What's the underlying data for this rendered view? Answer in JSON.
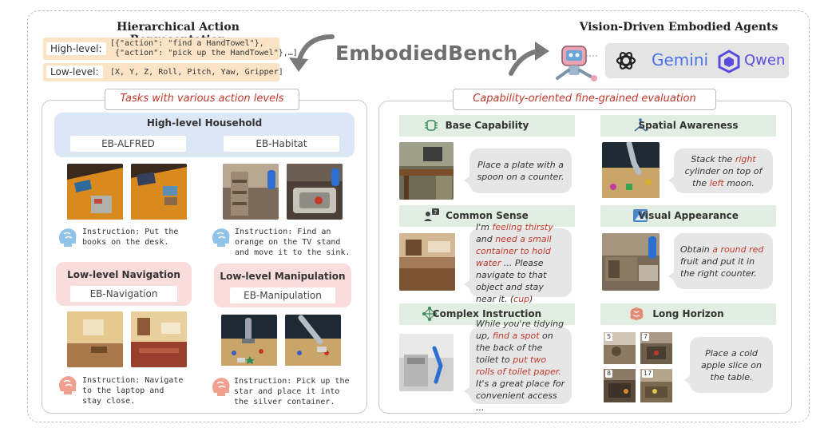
{
  "top_left": {
    "title": "Hierarchical Action Representation",
    "high_label": "High-level:",
    "high_code_1": "[{\"action\": \"find a HandTowel\"},",
    "high_code_2": " {\"action\": \"pick up the HandTowel\"},…]",
    "low_label": "Low-level:",
    "low_code": "[X, Y, Z, Roll, Pitch, Yaw, Gripper]"
  },
  "brand": "EmbodiedBench",
  "top_right": {
    "title": "Vision-Driven Embodied Agents",
    "logos": {
      "openai_icon": "openai-logo",
      "gemini": "Gemini",
      "qwen": "Qwen"
    }
  },
  "left_panel": {
    "title": "Tasks with various action levels",
    "high_level": {
      "title": "High-level Household",
      "env_1": "EB-ALFRED",
      "env_2": "EB-Habitat",
      "instr_1": "Instruction: Put the\nbooks on the desk.",
      "instr_2": "Instruction: Find an\norange on the TV stand\nand move it to the sink."
    },
    "nav": {
      "title": "Low-level Navigation",
      "env": "EB-Navigation",
      "instr": "Instruction: Navigate\nto the laptop and\nstay close."
    },
    "manip": {
      "title": "Low-level Manipulation",
      "env": "EB-Manipulation",
      "instr": "Instruction: Pick up the\nstar and place it into\nthe silver container."
    }
  },
  "right_panel": {
    "title": "Capability-oriented fine-grained evaluation",
    "base": {
      "label": "Base Capability",
      "text": "Place a plate with a spoon on a counter."
    },
    "spatial": {
      "label": "Spatial Awareness",
      "t1": "Stack the ",
      "r1": "right",
      "t2": " cylinder on top of the ",
      "r2": "left",
      "t3": " moon."
    },
    "common": {
      "label": "Common Sense",
      "t1": "I'm ",
      "r1": "feeling thirsty",
      "t2": " and ",
      "r2": "need a small container to hold water",
      "t3": " ... Please navigate to that object and stay near it. (",
      "r3": "cup",
      "t4": ")"
    },
    "visual": {
      "label": "Visual Appearance",
      "t1": "Obtain ",
      "r1": "a round red",
      "t2": " fruit and put it in the right counter."
    },
    "complex": {
      "label": "Complex Instruction",
      "t1": "While you're tidying up, ",
      "r1": "find a spot",
      "t2": " on the back of the toilet to ",
      "r2": "put two rolls of toilet paper.",
      "t3": " It's a great place for convenient access ..."
    },
    "long": {
      "label": "Long Horizon",
      "text": "Place a cold apple slice on the table.",
      "steps": [
        "5",
        "7",
        "8",
        "17"
      ]
    }
  }
}
